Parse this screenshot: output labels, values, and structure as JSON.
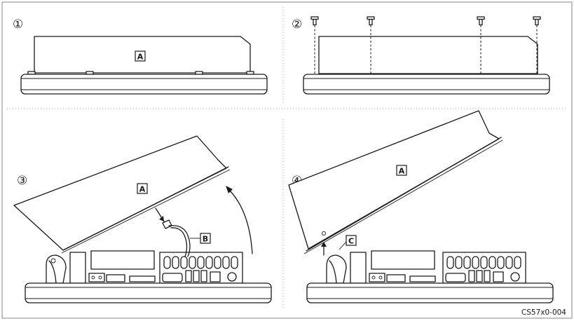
{
  "steps": [
    "①",
    "②",
    "③",
    "④"
  ],
  "labels": {
    "step1_part": "A",
    "step3_part": "A",
    "step3_cable": "B",
    "step4_part": "A",
    "step4_cable": "C"
  },
  "figure_code": "CS57x0-004",
  "colors": {
    "line": "#1a1a1a",
    "frame": "#9a9a9a",
    "background": "#ffffff"
  }
}
